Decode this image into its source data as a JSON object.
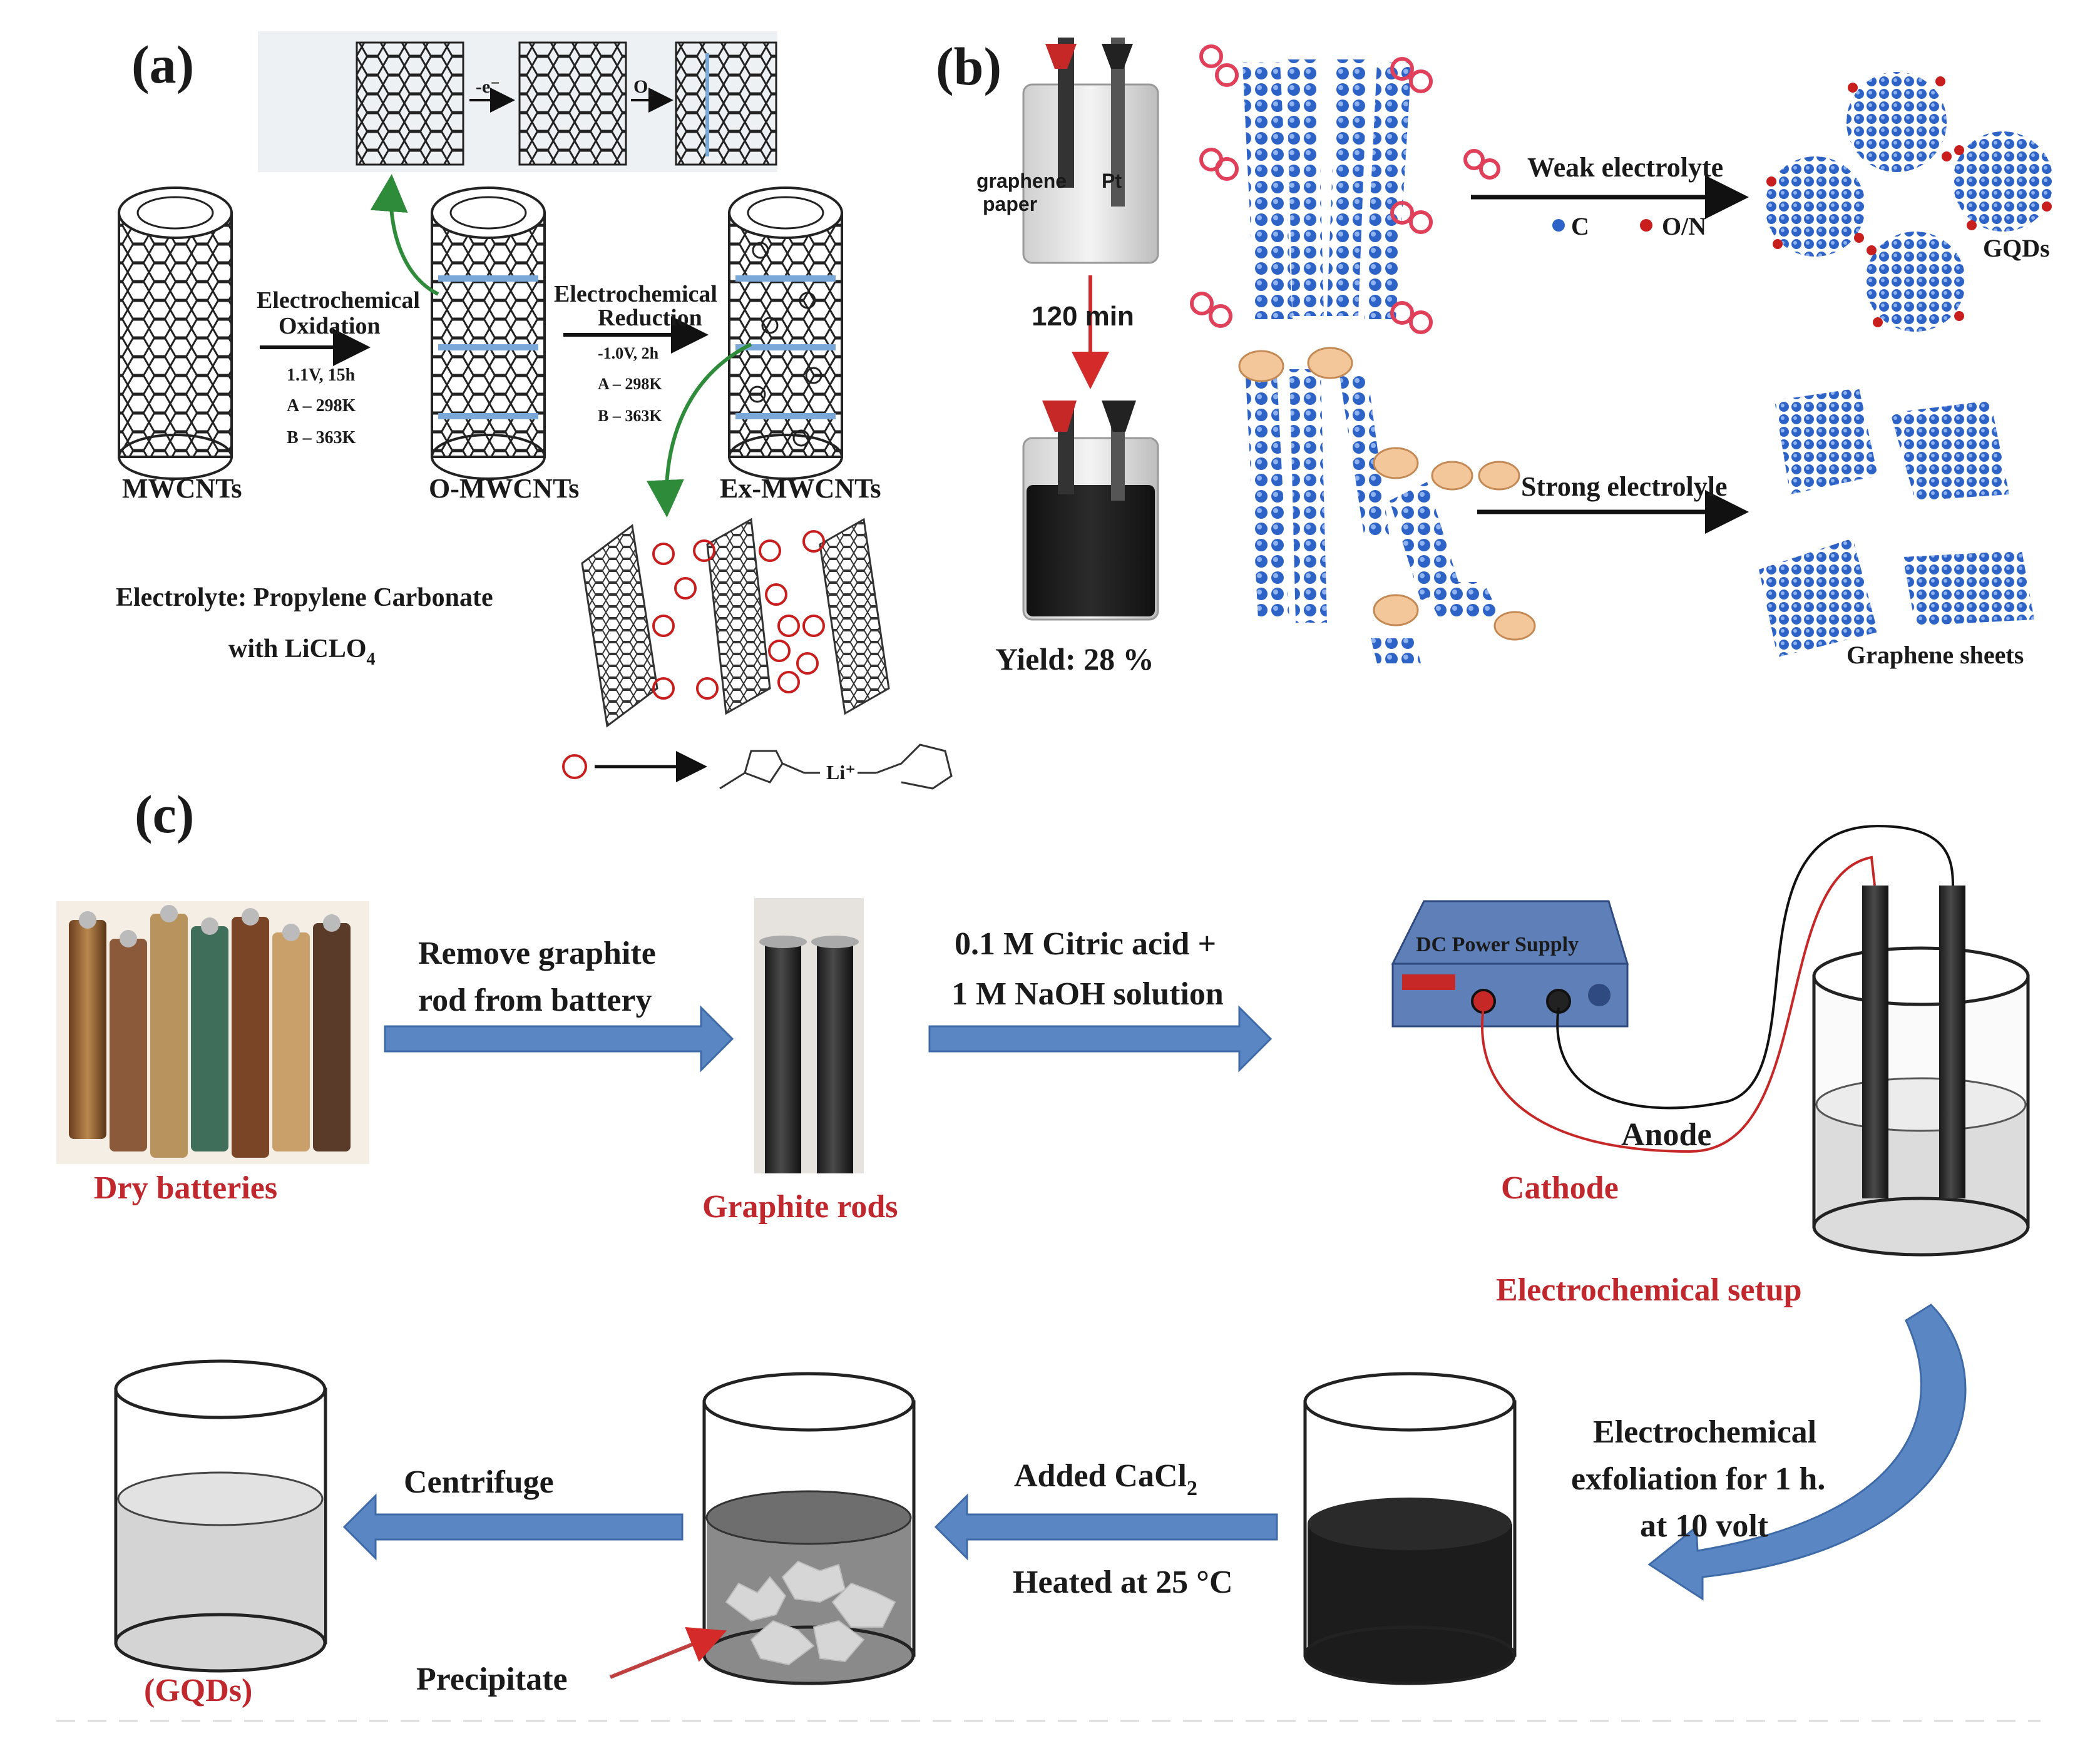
{
  "panel_a": {
    "label": "(a)",
    "top_steps": {
      "minus_e": "-e⁻",
      "o2": "O₂"
    },
    "tubes": [
      "MWCNTs",
      "O-MWCNTs",
      "Ex-MWCNTs"
    ],
    "step1": {
      "title_line1": "Electrochemical",
      "title_line2": "Oxidation",
      "cond1": "1.1V, 15h",
      "cond2": "A – 298K",
      "cond3": "B – 363K"
    },
    "step2": {
      "title_line1": "Electrochemical",
      "title_line2": "Reduction",
      "cond1": "-1.0V, 2h",
      "cond2": "A – 298K",
      "cond3": "B – 363K"
    },
    "electrolyte_line1": "Electrolyte: Propylene Carbonate",
    "electrolyte_line2_main": "with LiCLO",
    "electrolyte_line2_sub": "4",
    "li_label": "Li⁺"
  },
  "panel_b": {
    "label": "(b)",
    "beaker_top_labels": {
      "graphene": "graphene",
      "paper": "paper",
      "pt": "Pt"
    },
    "time": "120 min",
    "yield": "Yield: 28 %",
    "weak": "Weak electrolyte",
    "legend_c": "C",
    "legend_on": "O/N",
    "gqds": "GQDs",
    "strong": "Strong electrolyle",
    "sheets": "Graphene sheets"
  },
  "panel_c": {
    "label": "(c)",
    "dry_batteries": "Dry batteries",
    "remove_line1": "Remove graphite",
    "remove_line2": "rod from battery",
    "graphite_rods": "Graphite rods",
    "sol_line1": "0.1 M Citric acid +",
    "sol_line2": "1 M NaOH solution",
    "power_supply": "DC Power Supply",
    "anode": "Anode",
    "cathode": "Cathode",
    "setup": "Electrochemical setup",
    "exf_line1": "Electrochemical",
    "exf_line2": "exfoliation for 1 h.",
    "exf_line3": "at 10 volt",
    "added_main": "Added CaCl",
    "added_sub": "2",
    "heated": "Heated at 25 °C",
    "centrifuge": "Centrifuge",
    "precipitate": "Precipitate",
    "gqds_final": "(GQDs)"
  },
  "colors": {
    "red_label": "#c0282d",
    "arrow_blue": "#5b86c4",
    "carbon_blue": "#2456b8",
    "dopant_red": "#c81e1e"
  }
}
